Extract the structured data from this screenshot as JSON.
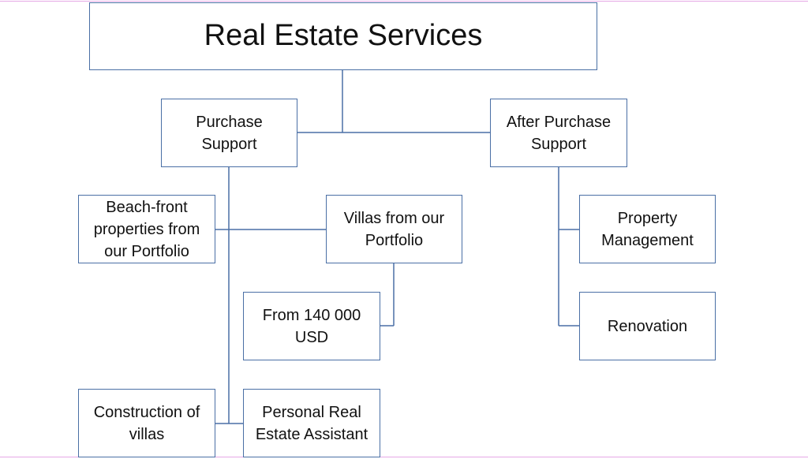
{
  "diagram": {
    "root": {
      "label": "Real Estate Services"
    },
    "purchase_support": {
      "label": "Purchase\nSupport"
    },
    "after_purchase_support": {
      "label": "After Purchase\nSupport"
    },
    "beach_front": {
      "label": "Beach-front\nproperties from\nour Portfolio"
    },
    "villas_portfolio": {
      "label": "Villas from our\nPortfolio"
    },
    "price_from": {
      "label": "From 140 000\nUSD"
    },
    "property_management": {
      "label": "Property\nManagement"
    },
    "renovation": {
      "label": "Renovation"
    },
    "construction": {
      "label": "Construction of\nvillas"
    },
    "personal_assistant": {
      "label": "Personal Real\nEstate Assistant"
    }
  },
  "colors": {
    "box_border": "#4a6fa5",
    "connector": "#4a6fa5",
    "text": "#111111",
    "background": "#ffffff",
    "guide_line": "#e6a8e6"
  }
}
